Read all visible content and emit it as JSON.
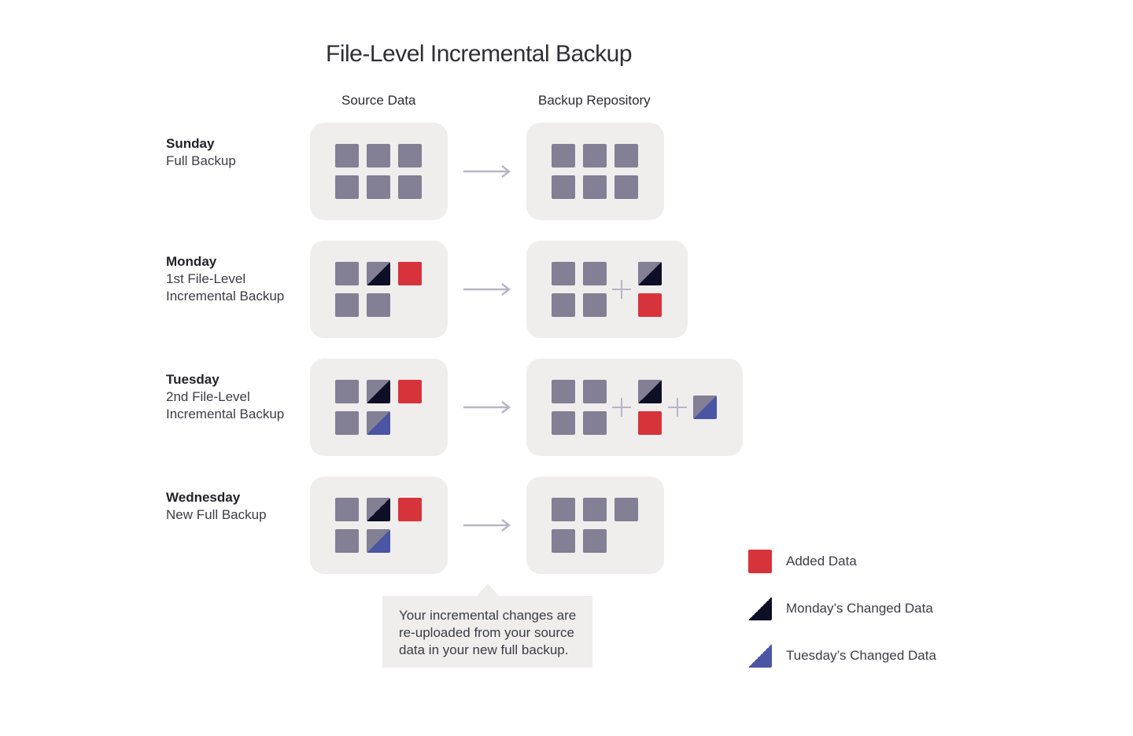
{
  "title": "File-Level Incremental Backup",
  "columns": {
    "source": "Source Data",
    "backup": "Backup Repository"
  },
  "rows": [
    {
      "day": "Sunday",
      "desc_lines": [
        "Full Backup"
      ]
    },
    {
      "day": "Monday",
      "desc_lines": [
        "1st File-Level",
        "Incremental Backup"
      ]
    },
    {
      "day": "Tuesday",
      "desc_lines": [
        "2nd File-Level",
        "Incremental Backup"
      ]
    },
    {
      "day": "Wednesday",
      "desc_lines": [
        "New Full Backup"
      ]
    }
  ],
  "callout": {
    "lines": [
      "Your incremental changes are",
      "re-uploaded from your source",
      "data in your new full backup."
    ]
  },
  "legend": [
    {
      "label": "Added Data",
      "kind": "added"
    },
    {
      "label": "Monday’s Changed Data",
      "kind": "mon"
    },
    {
      "label": "Tuesday’s Changed Data",
      "kind": "tue"
    }
  ],
  "colors": {
    "tile": "#837f94",
    "added": "#d7333b",
    "monday_changed": "#0c0f26",
    "tuesday_changed": "#4a55a3",
    "panel": "#efeeed",
    "arrow": "#b7b6c6"
  }
}
